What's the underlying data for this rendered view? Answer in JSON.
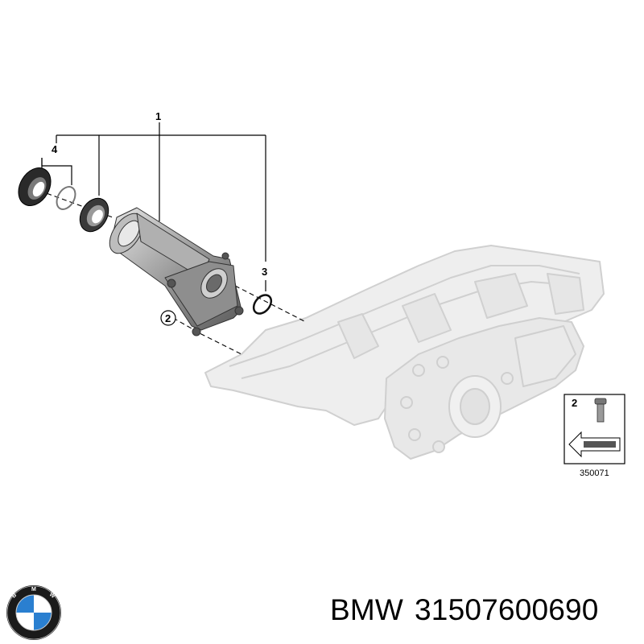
{
  "diagram": {
    "callouts": {
      "part_1": "1",
      "part_2": "2",
      "part_3": "3",
      "part_4": "4"
    },
    "legend_box": {
      "part_number": "2",
      "reference_code": "350071"
    }
  },
  "caption": {
    "brand": "BMW",
    "part_number": "31507600690"
  },
  "logo": {
    "name": "bmw-logo",
    "colors": {
      "ring": "#1a1a1a",
      "blue": "#2a7fd0",
      "white": "#ffffff"
    }
  }
}
